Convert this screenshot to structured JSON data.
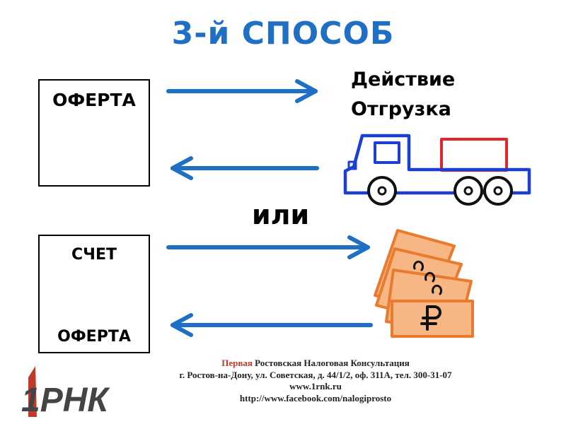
{
  "title": "3-й СПОСОБ",
  "top_box": {
    "label": "ОФЕРТА"
  },
  "action": {
    "line1": "Действие",
    "line2": "Отгрузка"
  },
  "separator": "или",
  "bottom_box": {
    "label_top": "СЧЕТ",
    "label_bottom": "ОФЕРТА"
  },
  "footer": {
    "org_first": "Первая",
    "org_rest": " Ростовская Налоговая Консультация",
    "address": "г. Ростов-на-Дону, ул. Советская, д. 44/1/2, оф. 311А, тел. 300-31-07",
    "website": "www.1rnk.ru",
    "facebook": "http://www.facebook.com/nalogiprosto"
  },
  "logo": {
    "text": "1РНК"
  },
  "colors": {
    "title": "#1f6fc5",
    "arrow": "#1f6fc5",
    "truck_body": "#1a3fd1",
    "truck_cargo": "#e0282a",
    "money": "#ea7a2e",
    "footer_accent": "#c0392b"
  },
  "icons": {
    "truck": "truck-icon",
    "money": "banknotes-icon",
    "ruble": "ruble-sign-icon"
  }
}
